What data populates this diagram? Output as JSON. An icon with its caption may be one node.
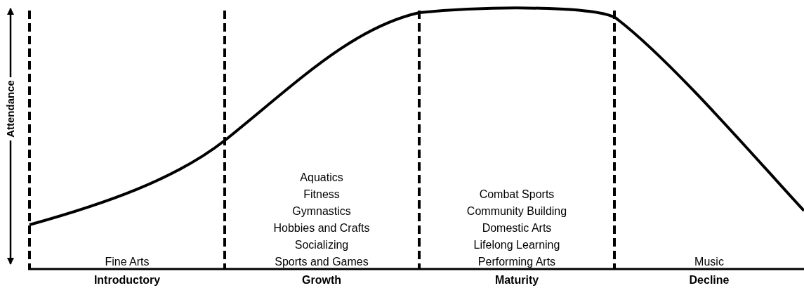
{
  "diagram": {
    "labels": [
      "Attendance",
      "Aquatics",
      "Fitness",
      "Combat Sports",
      "Gymnastics",
      "Community Building",
      "Hobbies and Crafts",
      "Domestic Arts",
      "Socializing",
      "Lifelong Learning",
      "Fine Arts",
      "Sports and Games",
      "Performing Arts",
      "Music",
      "Introductory",
      "Growth",
      "Maturity",
      "Decline"
    ]
  }
}
